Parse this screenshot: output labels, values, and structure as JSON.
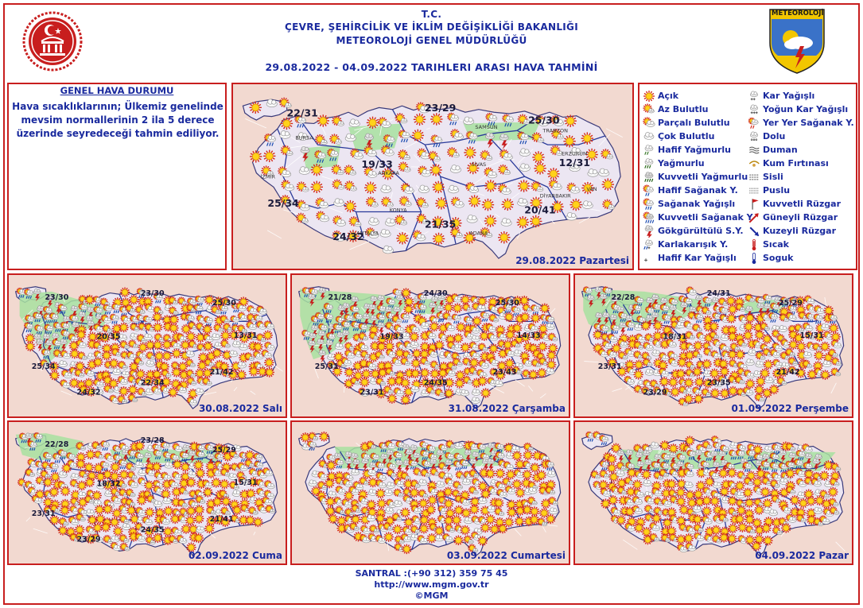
{
  "header": {
    "line1": "T.C.",
    "line2": "ÇEVRE, ŞEHİRCİLİK VE İKLİM DEĞİŞİKLİĞİ BAKANLIĞI",
    "line3": "METEOROLOJİ  GENEL  MÜDÜRLÜĞÜ",
    "line4": "29.08.2022  -  04.09.2022    TARIHLERI  ARASI  HAVA  TAHMİNİ",
    "logo_text": "METEOROLOJİ"
  },
  "general": {
    "title": "GENEL HAVA DURUMU",
    "text": "Hava sıcaklıklarının; Ülkemiz genelinde mevsim normallerinin 2 ila 5 derece üzerinde seyredeceği tahmin ediliyor."
  },
  "colors": {
    "accent_red": "#c81e1e",
    "text_blue": "#1a2a9e",
    "map_land": "#ece6f2",
    "map_sea": "#f2d9d0",
    "rain_green": "#a8e0a0",
    "province_line": "#ffffff",
    "region_line": "#2a3a9a"
  },
  "main_map": {
    "date": "29.08.2022 Pazartesi",
    "temps": [
      "22/31",
      "23/29",
      "25/30",
      "19/33",
      "12/31",
      "25/34",
      "21/35",
      "20/41",
      "24/32"
    ],
    "cities": [
      "ANKARA",
      "ADANA",
      "ANTALYA",
      "İZMİR",
      "BURSA",
      "KONYA",
      "SAMSUN",
      "TRABZON",
      "ERZURUM",
      "VAN",
      "SİVAS",
      "DİYARBAKIR"
    ]
  },
  "daily_maps": [
    {
      "date": "30.08.2022 Salı",
      "temps": [
        "23/30",
        "23/30",
        "25/30",
        "20/35",
        "13/31",
        "25/34",
        "22/34",
        "21/42",
        "24/32"
      ]
    },
    {
      "date": "31.08.2022 Çarşamba",
      "temps": [
        "21/28",
        "24/30",
        "25/30",
        "19/33",
        "14/33",
        "25/31",
        "24/35",
        "23/43",
        "23/31"
      ]
    },
    {
      "date": "01.09.2022 Perşembe",
      "temps": [
        "22/28",
        "24/31",
        "25/29",
        "18/31",
        "15/31",
        "23/31",
        "23/35",
        "21/42",
        "23/29"
      ]
    },
    {
      "date": "02.09.2022 Cuma",
      "temps": [
        "22/28",
        "23/28",
        "25/29",
        "18/32",
        "15/31",
        "23/31",
        "24/35",
        "21/41",
        "23/29"
      ]
    },
    {
      "date": "03.09.2022 Cumartesi",
      "temps": []
    },
    {
      "date": "04.09.2022 Pazar",
      "temps": []
    }
  ],
  "legend": {
    "left": [
      {
        "label": "Açık",
        "icon": "sun-icon"
      },
      {
        "label": "Az Bulutlu",
        "icon": "sun-small-cloud-icon"
      },
      {
        "label": "Parçalı Bulutlu",
        "icon": "partly-cloudy-icon"
      },
      {
        "label": "Çok Bulutlu",
        "icon": "cloudy-icon"
      },
      {
        "label": "Hafif Yağmurlu",
        "icon": "light-rain-icon"
      },
      {
        "label": "Yağmurlu",
        "icon": "rain-icon"
      },
      {
        "label": "Kuvvetli Yağmurlu",
        "icon": "heavy-rain-icon"
      },
      {
        "label": "Hafif Sağanak Y.",
        "icon": "light-shower-icon"
      },
      {
        "label": "Sağanak Yağışlı",
        "icon": "shower-icon"
      },
      {
        "label": "Kuvvetli Sağanak Y",
        "icon": "heavy-shower-icon"
      },
      {
        "label": "Gökgürültülü S.Y.",
        "icon": "thunderstorm-icon"
      },
      {
        "label": "Karlakarışık Y.",
        "icon": "sleet-icon"
      },
      {
        "label": "Hafif Kar Yağışlı",
        "icon": "light-snow-icon"
      }
    ],
    "right": [
      {
        "label": "Kar Yağışlı",
        "icon": "snow-icon"
      },
      {
        "label": "Yoğun Kar Yağışlı",
        "icon": "heavy-snow-icon"
      },
      {
        "label": "Yer Yer Sağanak Y.",
        "icon": "scattered-shower-icon"
      },
      {
        "label": "Dolu",
        "icon": "hail-icon"
      },
      {
        "label": "Duman",
        "icon": "smoke-icon"
      },
      {
        "label": "Kum Fırtınası",
        "icon": "sandstorm-icon"
      },
      {
        "label": "Sisli",
        "icon": "fog-icon"
      },
      {
        "label": "Puslu",
        "icon": "haze-icon"
      },
      {
        "label": "Kuvvetli Rüzgar",
        "icon": "strong-wind-icon"
      },
      {
        "label": "Güneyli Rüzgar",
        "icon": "south-wind-icon"
      },
      {
        "label": "Kuzeyli Rüzgar",
        "icon": "north-wind-icon"
      },
      {
        "label": "Sıcak",
        "icon": "hot-icon"
      },
      {
        "label": "Soguk",
        "icon": "cold-icon"
      }
    ]
  },
  "footer": {
    "phone": "SANTRAL :(+90 312) 359 75 45",
    "url": "http://www.mgm.gov.tr",
    "copyright": "©MGM"
  }
}
